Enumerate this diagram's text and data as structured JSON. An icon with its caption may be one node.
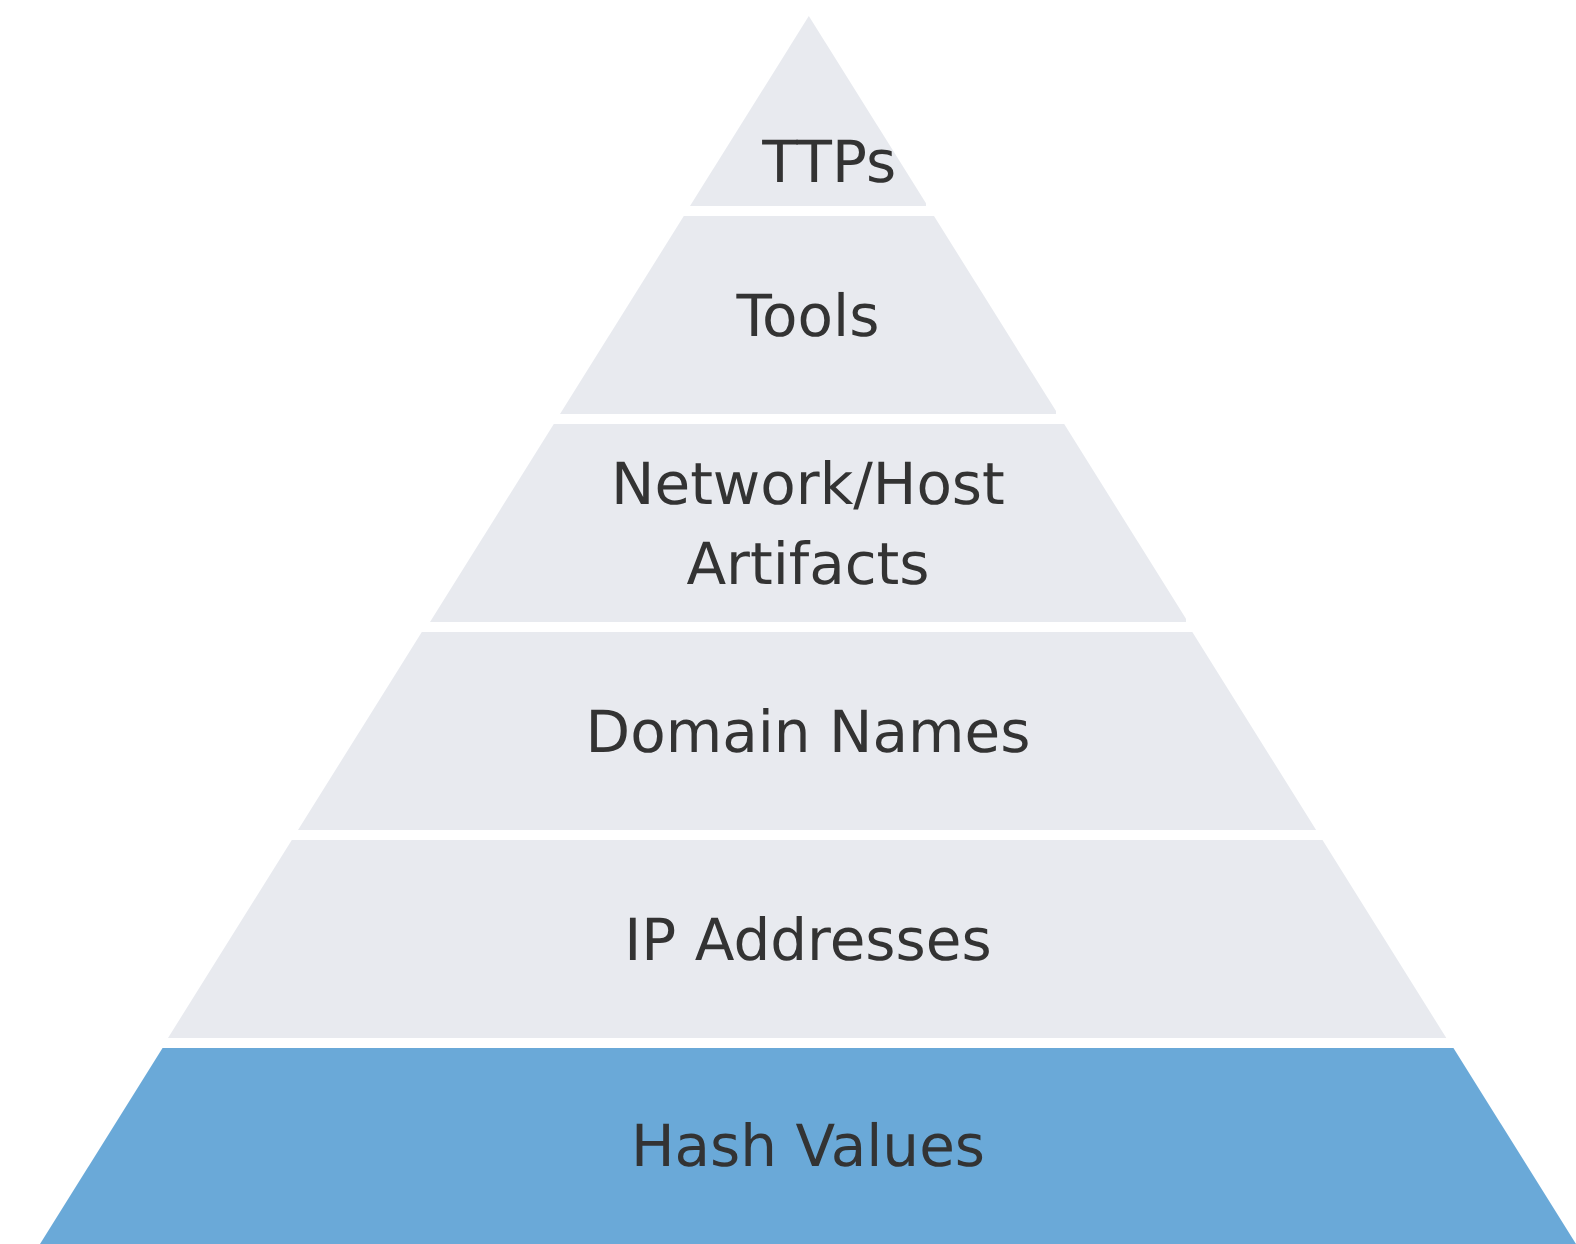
{
  "diagram": {
    "nodes": [
      {
        "text": [
          "TTPs"
        ]
      },
      {
        "text": [
          "Tools"
        ]
      },
      {
        "text": [
          "Network/Host Artifacts"
        ]
      },
      {
        "text": [
          "Domain Names"
        ]
      },
      {
        "text": [
          "IP Addresses"
        ]
      },
      {
        "text": [
          "Hash Values"
        ]
      }
    ]
  }
}
